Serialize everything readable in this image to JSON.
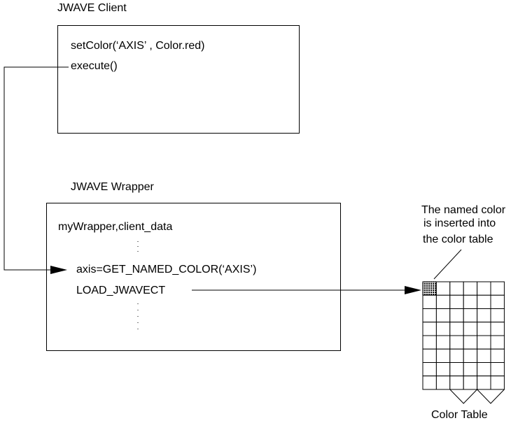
{
  "client": {
    "title": "JWAVE Client",
    "lines": [
      "setColor(‘AXIS’ , Color.red)",
      "execute()"
    ]
  },
  "wrapper": {
    "title": "JWAVE Wrapper",
    "lines": [
      "myWrapper,client_data",
      "axis=GET_NAMED_COLOR(‘AXIS’)",
      "LOAD_JWAVECT"
    ]
  },
  "annotation": {
    "lines": [
      "The named color",
      "is inserted into",
      "the color table"
    ]
  },
  "color_table": {
    "label": "Color Table",
    "columns": 6,
    "rows": 8,
    "highlighted_cell": {
      "row": 0,
      "col": 0
    }
  }
}
